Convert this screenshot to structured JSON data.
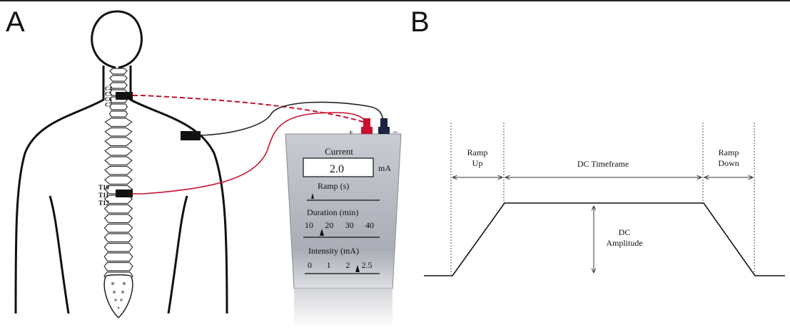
{
  "panel_a": {
    "letter": "A",
    "vertebra_labels": {
      "cervical": [
        "C4",
        "C5",
        "C6",
        "C7"
      ],
      "thoracic": [
        "T10",
        "T11",
        "T12"
      ]
    },
    "device": {
      "current_title": "Current",
      "current_value": "2.0",
      "current_unit": "mA",
      "ramp_label": "Ramp (s)",
      "duration_label": "Duration (min)",
      "duration_ticks": [
        "10",
        "20",
        "30",
        "40"
      ],
      "intensity_label": "Intensity (mA)",
      "intensity_ticks": [
        "0",
        "1",
        "2",
        "2.5"
      ],
      "plus_sign": "+",
      "minus_sign": "−",
      "anode_color": "#c8102e",
      "cathode_color": "#1c2340"
    }
  },
  "panel_b": {
    "letter": "B",
    "ramp_up": [
      "Ramp",
      "Up"
    ],
    "dc_timeframe": "DC Timeframe",
    "ramp_down": [
      "Ramp",
      "Down"
    ],
    "dc_amplitude": [
      "DC",
      "Amplitude"
    ]
  }
}
